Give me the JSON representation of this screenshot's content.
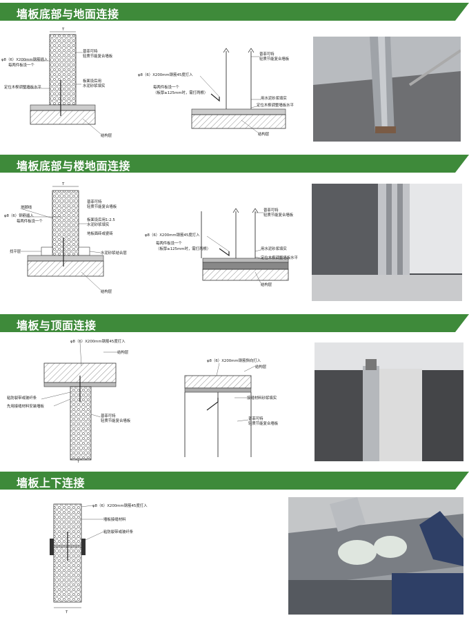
{
  "sections": [
    {
      "title": "墙板底部与地面连接",
      "width_label": "T",
      "left_labels": {
        "rebar_label": "φ8（6）X200mm钢筋插入",
        "per_piece": "每两件板设一个",
        "wedge": "定位木楔调整墙板水平",
        "panel_name_1": "普菲可特",
        "panel_name_2": "轻质节能复合墙板",
        "joint_1": "板面设后用",
        "joint_2": "水泥砂浆填实",
        "structure": "结构层"
      },
      "right_labels": {
        "rebar45": "φ8（6）X200mm钢筋45度打入",
        "every": "每两件板设一个",
        "note": "（板厚≥125mm时，需打两根）",
        "panel_name_1": "普菲可特",
        "panel_name_2": "轻质节能复合墙板",
        "mortar": "用水泥砂浆填实",
        "wedge": "定位木楔调整墙板水平",
        "structure": "结构层"
      }
    },
    {
      "title": "墙板底部与楼地面连接",
      "width_label": "T",
      "left_labels": {
        "baseboard": "地脚线",
        "rebar_label": "φ8（6）钢筋插入",
        "per_piece": "每两件板设一个",
        "level": "找平层",
        "panel_name_1": "普菲可特",
        "panel_name_2": "轻质节能复合墙板",
        "joint_1": "板面设后用1:2.5",
        "joint_2": "水泥砂浆填实",
        "tile": "地板面砖或瓷砖",
        "bond": "水泥砂浆结合层",
        "structure": "结构层"
      },
      "right_labels": {
        "rebar45": "φ8（6）X200mm钢筋45度打入",
        "every": "每两件板设一个",
        "note": "（板厚≥125mm时，需打两根）",
        "panel_name_1": "普菲可特",
        "panel_name_2": "轻质节能复合墙板",
        "mortar": "用水泥砂浆填实",
        "wedge": "定位木楔调整墙板水平",
        "structure": "结构层"
      }
    },
    {
      "title": "墙板与顶面连接",
      "width_label": "T",
      "left_labels": {
        "rebar45": "φ8（6）X200mm钢筋45度打入",
        "structure": "结构层",
        "tape": "粘防裂带或玻纤条",
        "adhesive": "先用接缝材料安装墙板",
        "panel_name_1": "普菲可特",
        "panel_name_2": "轻质节能复合墙板"
      },
      "right_labels": {
        "rebar": "φ8（6）X200mm钢筋斜向打入",
        "structure": "结构层",
        "mortar": "接缝材料砂浆填实",
        "panel_name_1": "普菲可特",
        "panel_name_2": "轻质节能复合墙板"
      }
    },
    {
      "title": "墙板上下连接",
      "width_label": "T",
      "left_labels": {
        "rebar45": "φ8（6）X200mm钢筋45度打入",
        "joint": "墙板接缝材料",
        "tape": "粘防裂带或玻纤条"
      }
    }
  ],
  "colors": {
    "banner_green": "#3e8a3a",
    "line": "#333333",
    "hatch": "#777777"
  },
  "photos": [
    {
      "subject": "steel-stud-floor-photo"
    },
    {
      "subject": "panel-joint-floor-photo"
    },
    {
      "subject": "panel-ceiling-joint-photo"
    },
    {
      "subject": "worker-installing-panel-photo"
    }
  ]
}
